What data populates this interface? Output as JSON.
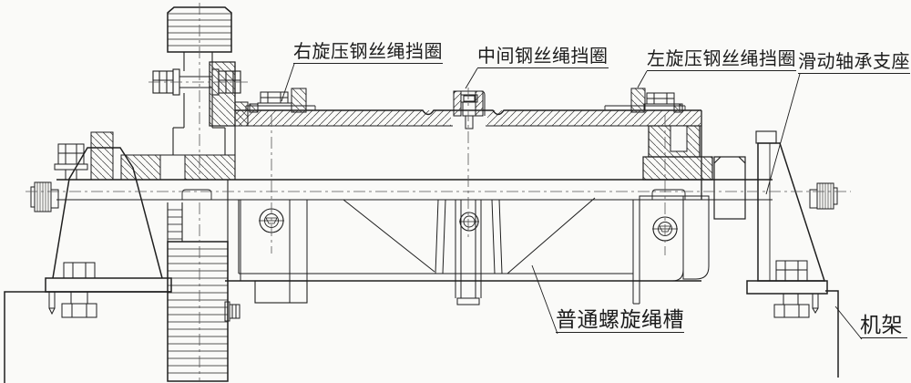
{
  "figure": {
    "callouts": {
      "right_hand_ring": "右旋压钢丝绳挡圈",
      "middle_ring": "中间钢丝绳挡圈",
      "left_hand_ring": "左旋压钢丝绳挡圈",
      "bearing_support": "滑动轴承支座",
      "rope_groove": "普通螺旋绳槽",
      "frame": "机架"
    },
    "colors": {
      "line": "#1f1f1f",
      "background": "#fafaf8"
    }
  }
}
